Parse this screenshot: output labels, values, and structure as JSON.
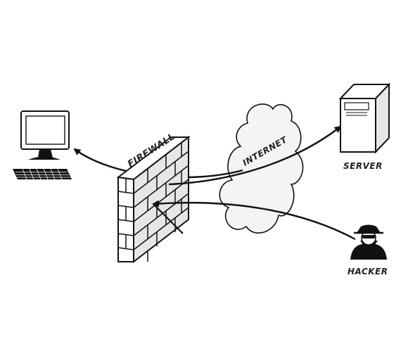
{
  "labels": {
    "firewall": "FIREWALL",
    "internet": "INTERNET",
    "server": "SERVER",
    "hacker": "HACKER"
  },
  "colors": {
    "ink": "#111111",
    "cloud_fill": "#f4f4f4",
    "wall_fill": "#ffffff",
    "wall_side": "#e6e6e6"
  },
  "icons": [
    "computer-icon",
    "keyboard-icon",
    "brick-wall-icon",
    "cloud-icon",
    "server-icon",
    "hacker-icon"
  ]
}
